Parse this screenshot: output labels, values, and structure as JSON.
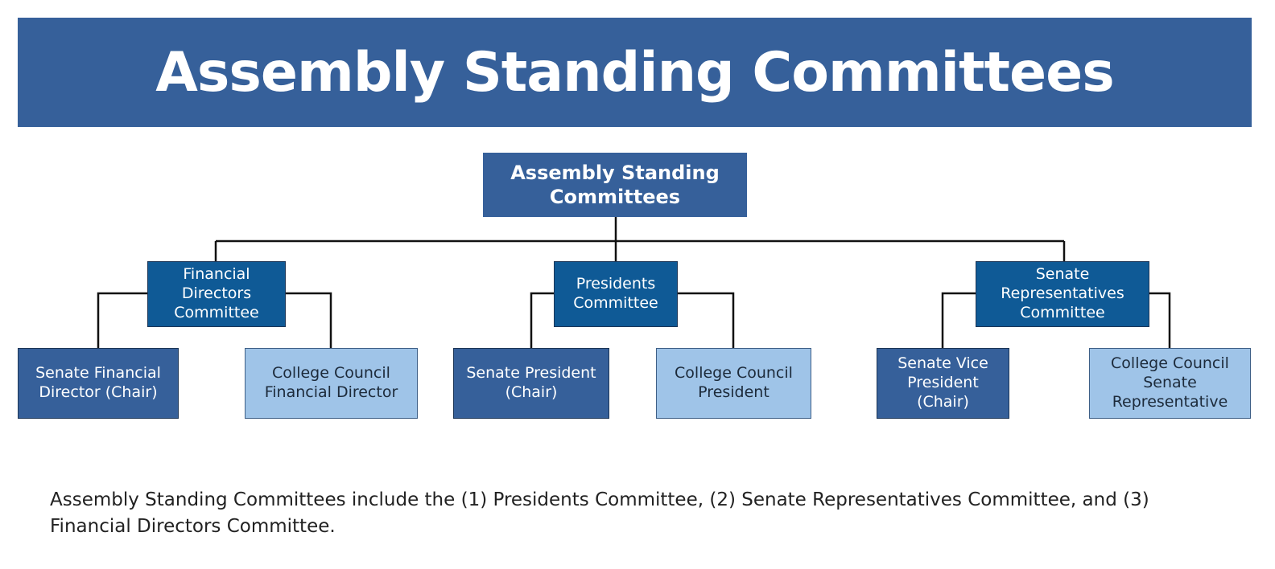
{
  "banner": {
    "title": "Assembly Standing Committees"
  },
  "chart_data": {
    "type": "org-chart",
    "root": {
      "label": "Assembly Standing Committees"
    },
    "committees": [
      {
        "label": "Financial Directors Committee",
        "members": [
          {
            "label": "Senate Financial Director (Chair)",
            "role": "chair"
          },
          {
            "label": "College Council Financial Director",
            "role": "member"
          }
        ]
      },
      {
        "label": "Presidents Committee",
        "members": [
          {
            "label": "Senate President (Chair)",
            "role": "chair"
          },
          {
            "label": "College Council President",
            "role": "member"
          }
        ]
      },
      {
        "label": "Senate Representatives Committee",
        "members": [
          {
            "label": "Senate Vice President (Chair)",
            "role": "chair"
          },
          {
            "label": "College Council Senate Representative",
            "role": "member"
          }
        ]
      }
    ]
  },
  "description": {
    "text": "Assembly Standing Committees include the (1) Presidents Committee, (2) Senate Representatives Committee, and (3) Financial Directors Committee."
  },
  "colors": {
    "banner": "#36609a",
    "root_box": "#36609a",
    "committee_box": "#0f5a96",
    "chair_box": "#36609a",
    "member_box": "#9fc4e8",
    "connector": "#111111"
  }
}
